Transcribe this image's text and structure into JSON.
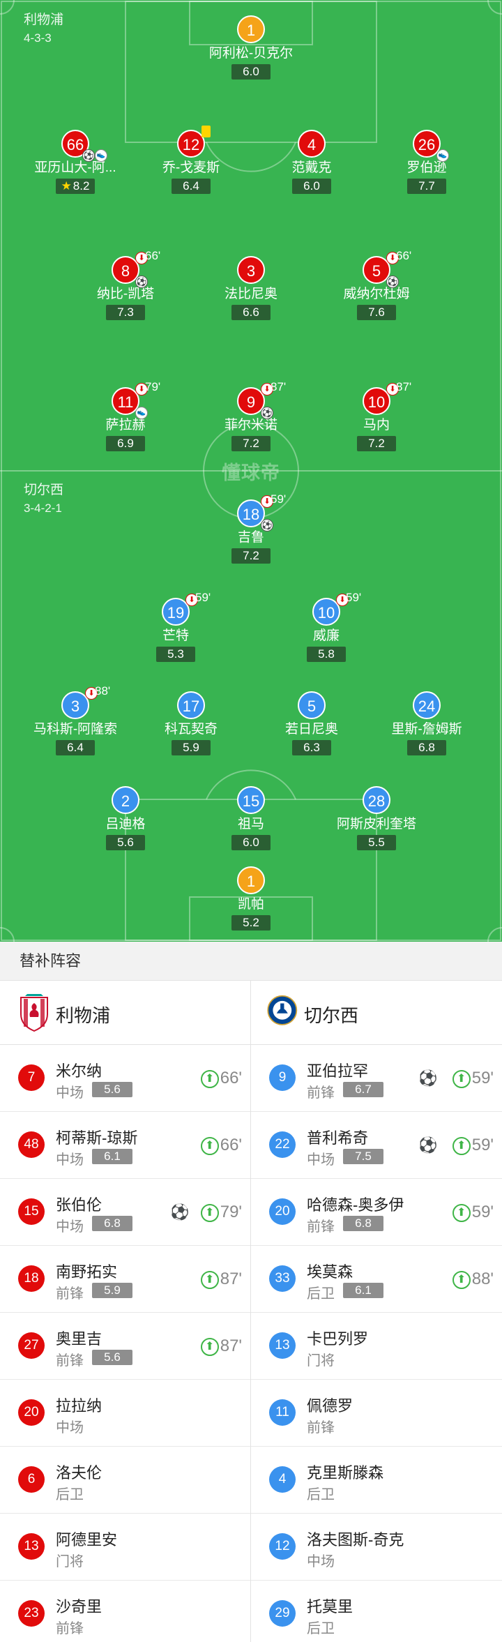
{
  "home": {
    "name": "利物浦",
    "formation": "4-3-3"
  },
  "away": {
    "name": "切尔西",
    "formation": "3-4-2-1"
  },
  "watermark": "懂球帝",
  "lineup": {
    "home_gk": {
      "number": "1",
      "name": "阿利松-贝克尔",
      "rating": "6.0"
    },
    "home_def": [
      {
        "number": "66",
        "name": "亚历山大-阿...",
        "rating": "8.2"
      },
      {
        "number": "12",
        "name": "乔-戈麦斯",
        "rating": "6.4"
      },
      {
        "number": "4",
        "name": "范戴克",
        "rating": "6.0"
      },
      {
        "number": "26",
        "name": "罗伯逊",
        "rating": "7.7"
      }
    ],
    "home_mid": [
      {
        "number": "8",
        "name": "纳比-凯塔",
        "rating": "7.3",
        "sub_min": "66'"
      },
      {
        "number": "3",
        "name": "法比尼奥",
        "rating": "6.6"
      },
      {
        "number": "5",
        "name": "威纳尔杜姆",
        "rating": "7.6",
        "sub_min": "66'"
      }
    ],
    "home_fwd": [
      {
        "number": "11",
        "name": "萨拉赫",
        "rating": "6.9",
        "sub_min": "79'"
      },
      {
        "number": "9",
        "name": "菲尔米诺",
        "rating": "7.2",
        "sub_min": "87'"
      },
      {
        "number": "10",
        "name": "马内",
        "rating": "7.2",
        "sub_min": "87'"
      }
    ],
    "away_fwd": {
      "number": "18",
      "name": "吉鲁",
      "rating": "7.2",
      "sub_min": "59'"
    },
    "away_am": [
      {
        "number": "19",
        "name": "芒特",
        "rating": "5.3",
        "sub_min": "59'"
      },
      {
        "number": "10",
        "name": "威廉",
        "rating": "5.8",
        "sub_min": "59'"
      }
    ],
    "away_mid": [
      {
        "number": "3",
        "name": "马科斯-阿隆索",
        "rating": "6.4",
        "sub_min": "88'"
      },
      {
        "number": "17",
        "name": "科瓦契奇",
        "rating": "5.9"
      },
      {
        "number": "5",
        "name": "若日尼奥",
        "rating": "6.3"
      },
      {
        "number": "24",
        "name": "里斯-詹姆斯",
        "rating": "6.8"
      }
    ],
    "away_def": [
      {
        "number": "2",
        "name": "吕迪格",
        "rating": "5.6"
      },
      {
        "number": "15",
        "name": "祖马",
        "rating": "6.0"
      },
      {
        "number": "28",
        "name": "阿斯皮利奎塔",
        "rating": "5.5"
      }
    ],
    "away_gk": {
      "number": "1",
      "name": "凯帕",
      "rating": "5.2"
    }
  },
  "subs": {
    "title": "替补阵容",
    "home": [
      {
        "number": "7",
        "name": "米尔纳",
        "pos": "中场",
        "rating": "5.6",
        "in": "66'"
      },
      {
        "number": "48",
        "name": "柯蒂斯-琼斯",
        "pos": "中场",
        "rating": "6.1",
        "in": "66'"
      },
      {
        "number": "15",
        "name": "张伯伦",
        "pos": "中场",
        "rating": "6.8",
        "in": "79'"
      },
      {
        "number": "18",
        "name": "南野拓实",
        "pos": "前锋",
        "rating": "5.9",
        "in": "87'"
      },
      {
        "number": "27",
        "name": "奥里吉",
        "pos": "前锋",
        "rating": "5.6",
        "in": "87'"
      },
      {
        "number": "20",
        "name": "拉拉纳",
        "pos": "中场"
      },
      {
        "number": "6",
        "name": "洛夫伦",
        "pos": "后卫"
      },
      {
        "number": "13",
        "name": "阿德里安",
        "pos": "门将"
      },
      {
        "number": "23",
        "name": "沙奇里",
        "pos": "前锋"
      }
    ],
    "away": [
      {
        "number": "9",
        "name": "亚伯拉罕",
        "pos": "前锋",
        "rating": "6.7",
        "in": "59'"
      },
      {
        "number": "22",
        "name": "普利希奇",
        "pos": "中场",
        "rating": "7.5",
        "in": "59'"
      },
      {
        "number": "20",
        "name": "哈德森-奥多伊",
        "pos": "前锋",
        "rating": "6.8",
        "in": "59'"
      },
      {
        "number": "33",
        "name": "埃莫森",
        "pos": "后卫",
        "rating": "6.1",
        "in": "88'"
      },
      {
        "number": "13",
        "name": "卡巴列罗",
        "pos": "门将"
      },
      {
        "number": "11",
        "name": "佩德罗",
        "pos": "前锋"
      },
      {
        "number": "4",
        "name": "克里斯滕森",
        "pos": "后卫"
      },
      {
        "number": "12",
        "name": "洛夫图斯-奇克",
        "pos": "中场"
      },
      {
        "number": "29",
        "name": "托莫里",
        "pos": "后卫"
      }
    ]
  },
  "colors": {
    "pitch": "#38b451",
    "home": "#e10b0b",
    "away": "#3a92ee",
    "keeper": "#f5a319",
    "rating_bg": "#2a5f33",
    "sub_arrow": "#3fb547"
  }
}
